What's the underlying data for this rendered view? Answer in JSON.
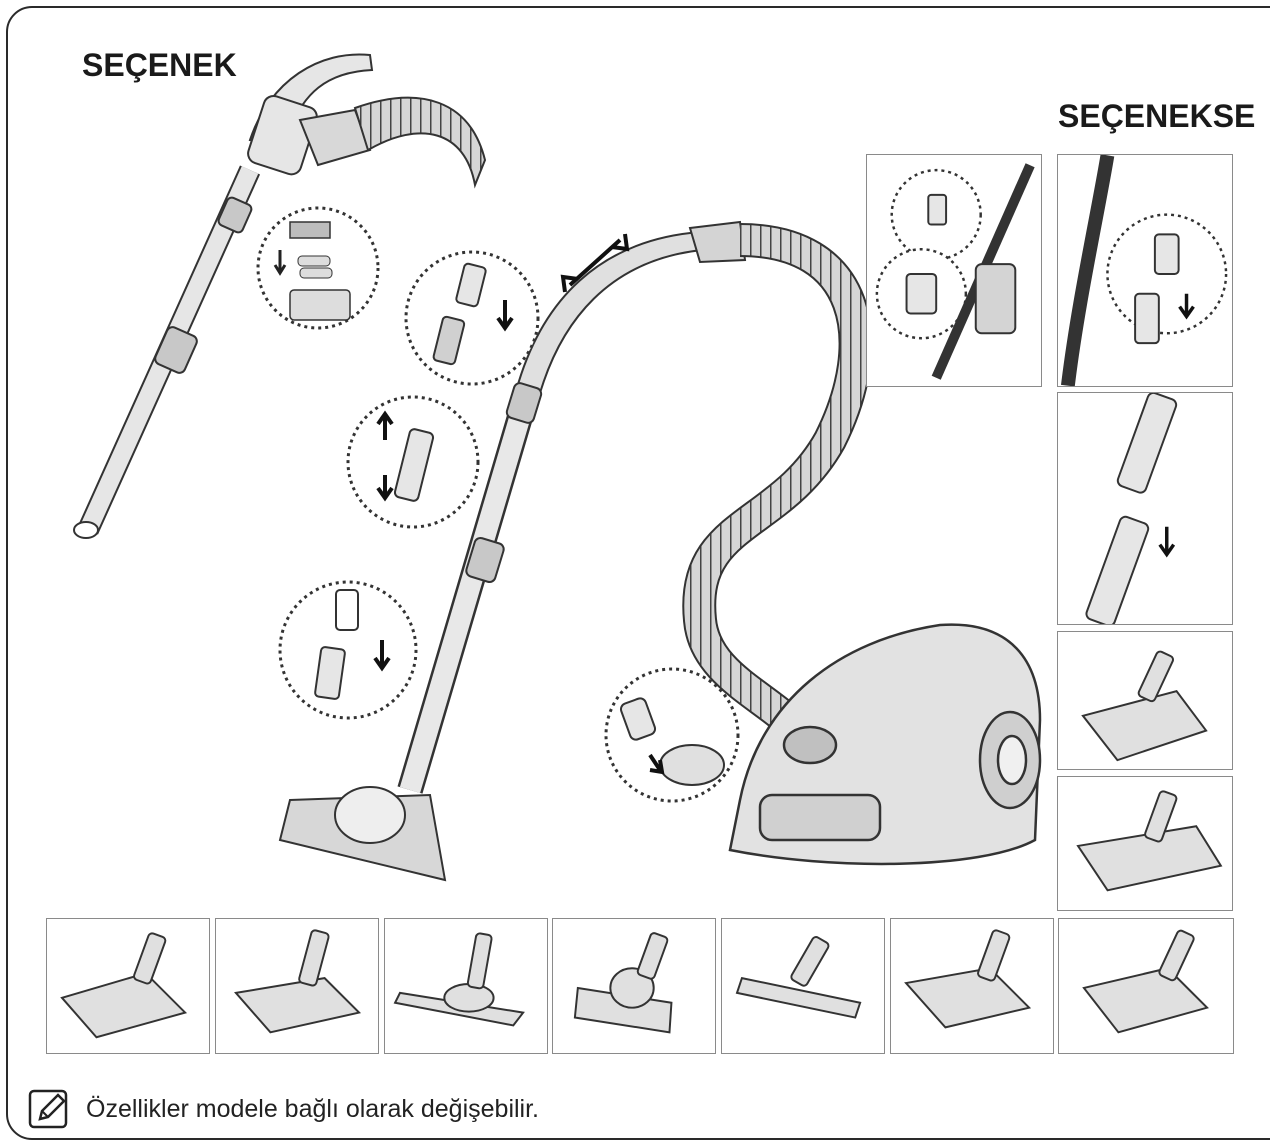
{
  "header_left": "SEÇENEK",
  "header_right": "SEÇENEKSE",
  "note": {
    "icon": "note-pencil-icon",
    "text": "Özellikler modele bağlı olarak değişebilir."
  },
  "colors": {
    "line": "#333333",
    "fill_light": "#e6e6e6",
    "fill_mid": "#c8c8c8",
    "panel_border": "#8a8a8a"
  }
}
